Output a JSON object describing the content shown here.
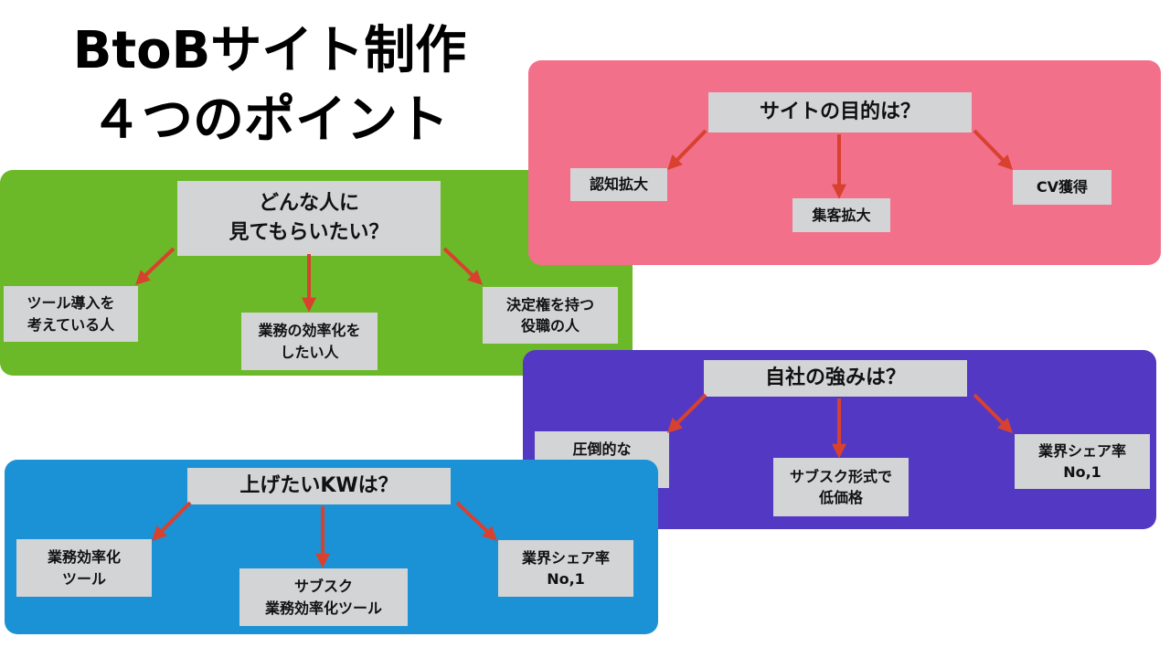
{
  "title": {
    "line1": "BtoBサイト制作",
    "line2": "４つのポイント"
  },
  "colors": {
    "pink": "#f27089",
    "green": "#6bb928",
    "purple": "#5338c4",
    "blue": "#1b92d5",
    "box": "#d3d4d6",
    "arrow": "#d9412f"
  },
  "panels": {
    "purpose": {
      "question": "サイトの目的は？",
      "answers": [
        "認知拡大",
        "集客拡大",
        "CV獲得"
      ]
    },
    "target": {
      "question": "どんな人に\n見てもらいたい？",
      "answers": [
        "ツール導入を\n考えている人",
        "業務の効率化を\nしたい人",
        "決定権を持つ\n役職の人"
      ]
    },
    "strength": {
      "question": "自社の強みは？",
      "answers": [
        "圧倒的な\n多機能性",
        "サブスク形式で\n低価格",
        "業界シェア率\nNo,1"
      ]
    },
    "keywords": {
      "question": "上げたいKWは？",
      "answers": [
        "業務効率化\nツール",
        "サブスク\n業務効率化ツール",
        "業界シェア率\nNo,1"
      ]
    }
  }
}
